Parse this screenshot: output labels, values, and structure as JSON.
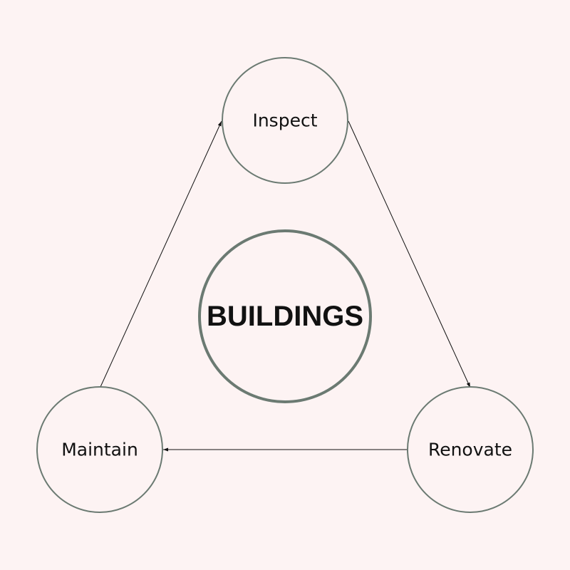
{
  "diagram": {
    "center": "BUILDINGS",
    "nodes": [
      "Inspect",
      "Renovate",
      "Maintain"
    ],
    "edges": [
      {
        "from": "Maintain",
        "to": "Inspect"
      },
      {
        "from": "Inspect",
        "to": "Renovate"
      },
      {
        "from": "Renovate",
        "to": "Maintain"
      }
    ],
    "colors": {
      "background": "#fdf3f3",
      "stroke": "#6b7a72",
      "text": "#111111"
    }
  }
}
